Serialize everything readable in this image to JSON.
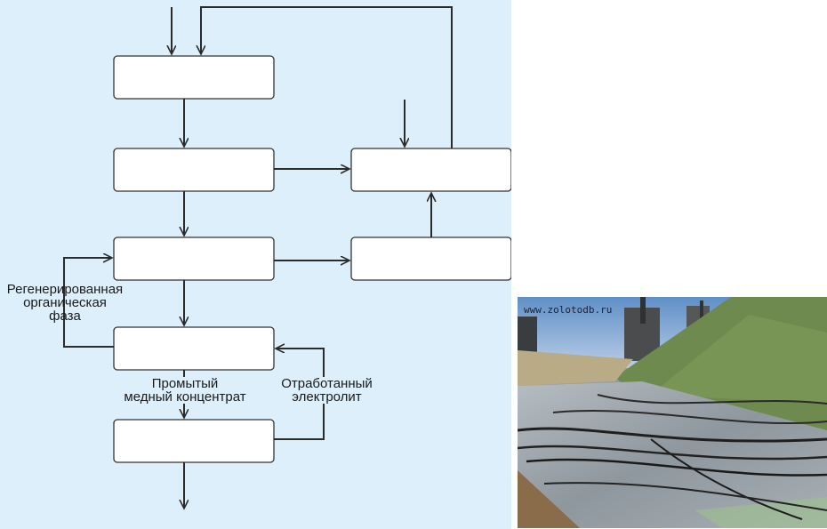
{
  "diagram": {
    "labels": {
      "regenerated_phase": [
        "Регенерированная",
        "органическая",
        "фаза"
      ],
      "washed_concentrate": [
        "Промытый",
        "медный концентрат"
      ],
      "spent_electrolyte": [
        "Отработанный",
        "электролит"
      ]
    }
  },
  "photo": {
    "watermark": "www.zolotodb.ru"
  }
}
